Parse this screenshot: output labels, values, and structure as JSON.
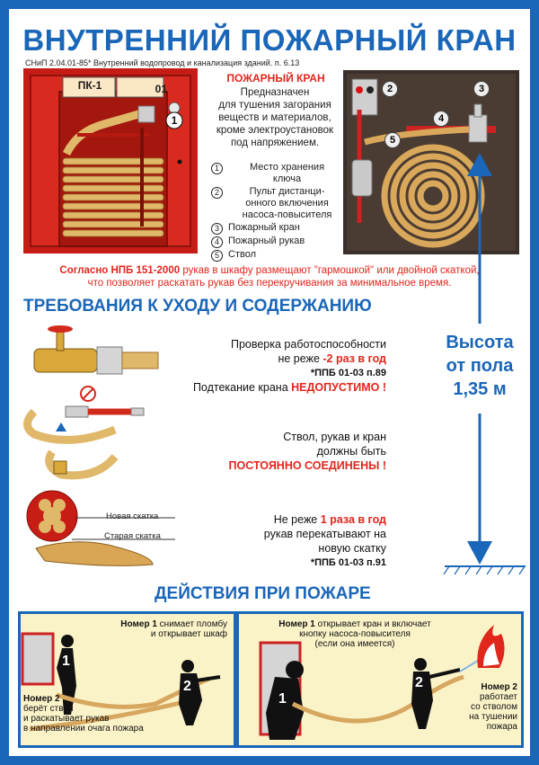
{
  "title": "ВНУТРЕННИЙ ПОЖАРНЫЙ КРАН",
  "snip": "СНиП 2.04.01-85* Внутренний водопровод и канализация зданий.  п. 6.13",
  "cabinet": {
    "label": "ПК-1",
    "plate_text": "01",
    "callout": "1"
  },
  "panel": {
    "title": "ПОЖАРНЫЙ КРАН",
    "purpose": "Предназначен\nдля тушения загорания\nвеществ и материалов,\nкроме электроустановок\nпод напряжением.",
    "legend": [
      {
        "n": "1",
        "text": "Место хранения\nключа"
      },
      {
        "n": "2",
        "text": "Пульт дистанци-\nонного включения\nнасоса-повысителя"
      },
      {
        "n": "3",
        "text": "Пожарный кран"
      },
      {
        "n": "4",
        "text": "Пожарный рукав"
      },
      {
        "n": "5",
        "text": "Ствол"
      }
    ]
  },
  "photo_callouts": [
    "2",
    "3",
    "4",
    "5"
  ],
  "npb": {
    "line1_bold": "Согласно НПБ 151-2000",
    "line1_rest": " рукав в шкафу размещают \"гармошкой\" или двойной скаткой,",
    "line2": "что позволяет раскатать рукав без перекручивания за минимальное время."
  },
  "section_care": "ТРЕБОВАНИЯ К УХОДУ И СОДЕРЖАНИЮ",
  "req1": {
    "line1": "Проверка работоспособности",
    "line2_a": "не реже ",
    "line2_b": "-2 раз в год",
    "line3": "*ППБ 01-03 п.89",
    "line4_a": "Подтекание крана ",
    "line4_b": "НЕДОПУСТИМО !"
  },
  "req2": {
    "line1": "Ствол, рукав и кран",
    "line2": "должны быть",
    "line3": "ПОСТОЯННО СОЕДИНЕНЫ !"
  },
  "req3": {
    "line1_a": "Не реже ",
    "line1_b": "1 раза в год",
    "line2": "рукав перекатывают на",
    "line3": "новую скатку",
    "line4": "*ППБ 01-03 п.91"
  },
  "rolls": {
    "new": "Новая скатка",
    "old": "Старая скатка"
  },
  "height": {
    "line1": "Высота",
    "line2": "от пола",
    "line3": "1,35 м"
  },
  "section_fire": "ДЕЙСТВИЯ ПРИ ПОЖАРЕ",
  "action1": {
    "n1_bold": "Номер 1",
    "n1_rest": " снимает пломбу",
    "n1_line2": "и открывает шкаф",
    "n2_bold": "Номер 2",
    "n2_line2": "берёт ствол",
    "n2_line3": "и раскатывает рукав",
    "n2_line4": "в направлении очага пожара",
    "fig1": "1",
    "fig2": "2"
  },
  "action2": {
    "n1_bold": "Номер 1",
    "n1_rest": " открывает кран и включает",
    "n1_line2": "кнопку насоса-повысителя",
    "n1_line3": "(если она имеется)",
    "n2_bold": "Номер 2",
    "n2_line2": "работает",
    "n2_line3": "со стволом",
    "n2_line4": "на тушении",
    "n2_line5": "пожара",
    "fig1": "1",
    "fig2": "2"
  },
  "colors": {
    "frame": "#1a66b8",
    "red": "#e1261c",
    "hose": "#e0b86a",
    "panel_bg": "#fbf3c8"
  }
}
